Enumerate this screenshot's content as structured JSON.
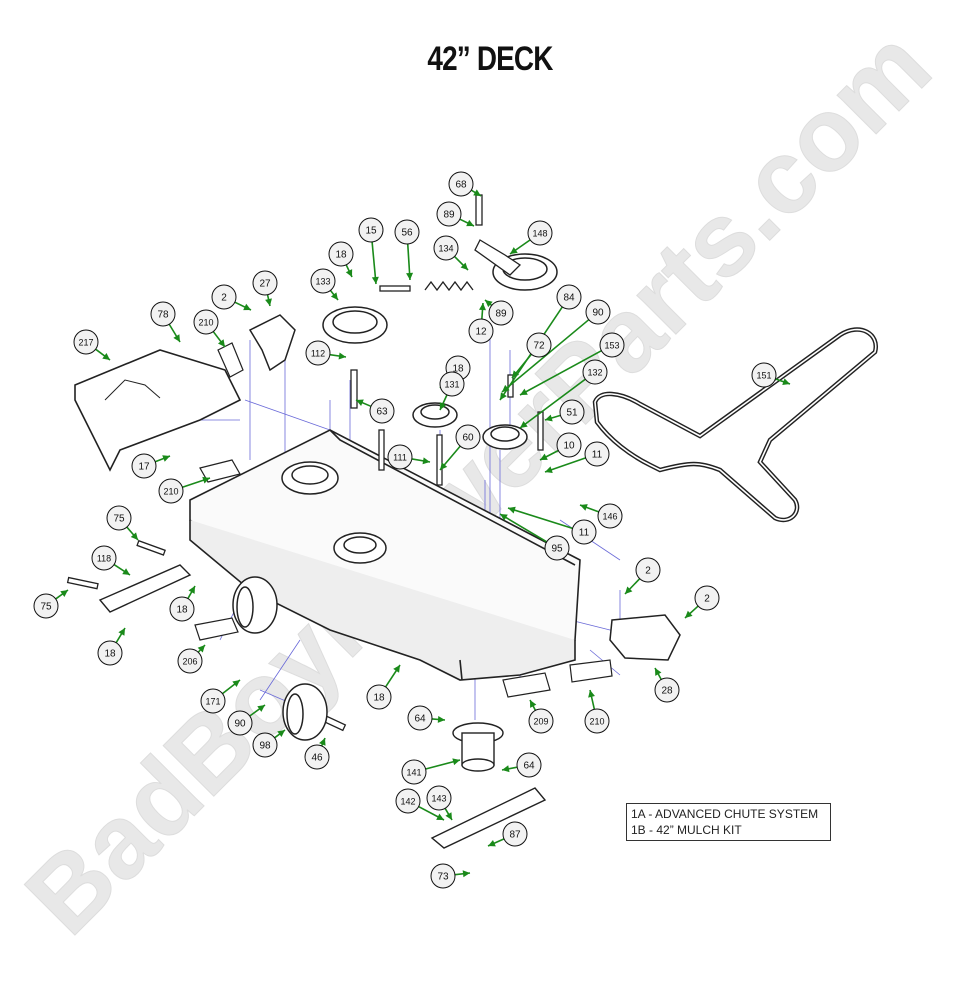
{
  "title": "42” DECK",
  "watermark": "BadBoyMowerParts.com",
  "legend": [
    "1A - ADVANCED CHUTE SYSTEM",
    "1B - 42” MULCH KIT"
  ],
  "callouts": [
    "68",
    "89",
    "148",
    "15",
    "56",
    "134",
    "18",
    "133",
    "89",
    "12",
    "2",
    "27",
    "78",
    "210",
    "217",
    "112",
    "84",
    "90",
    "72",
    "153",
    "18",
    "131",
    "132",
    "151",
    "63",
    "51",
    "10",
    "11",
    "111",
    "60",
    "17",
    "210",
    "146",
    "11",
    "95",
    "75",
    "118",
    "18",
    "75",
    "18",
    "2",
    "2",
    "206",
    "28",
    "18",
    "171",
    "209",
    "210",
    "64",
    "90",
    "98",
    "46",
    "141",
    "64",
    "142",
    "143",
    "87",
    "73"
  ],
  "colors": {
    "callout_fill": "#f2f2f2",
    "callout_stroke": "#111111",
    "leader": "#1a8a1a",
    "guide_lines": "#6a6ad8",
    "part_stroke": "#222222",
    "watermark": "#e6e6e6"
  }
}
